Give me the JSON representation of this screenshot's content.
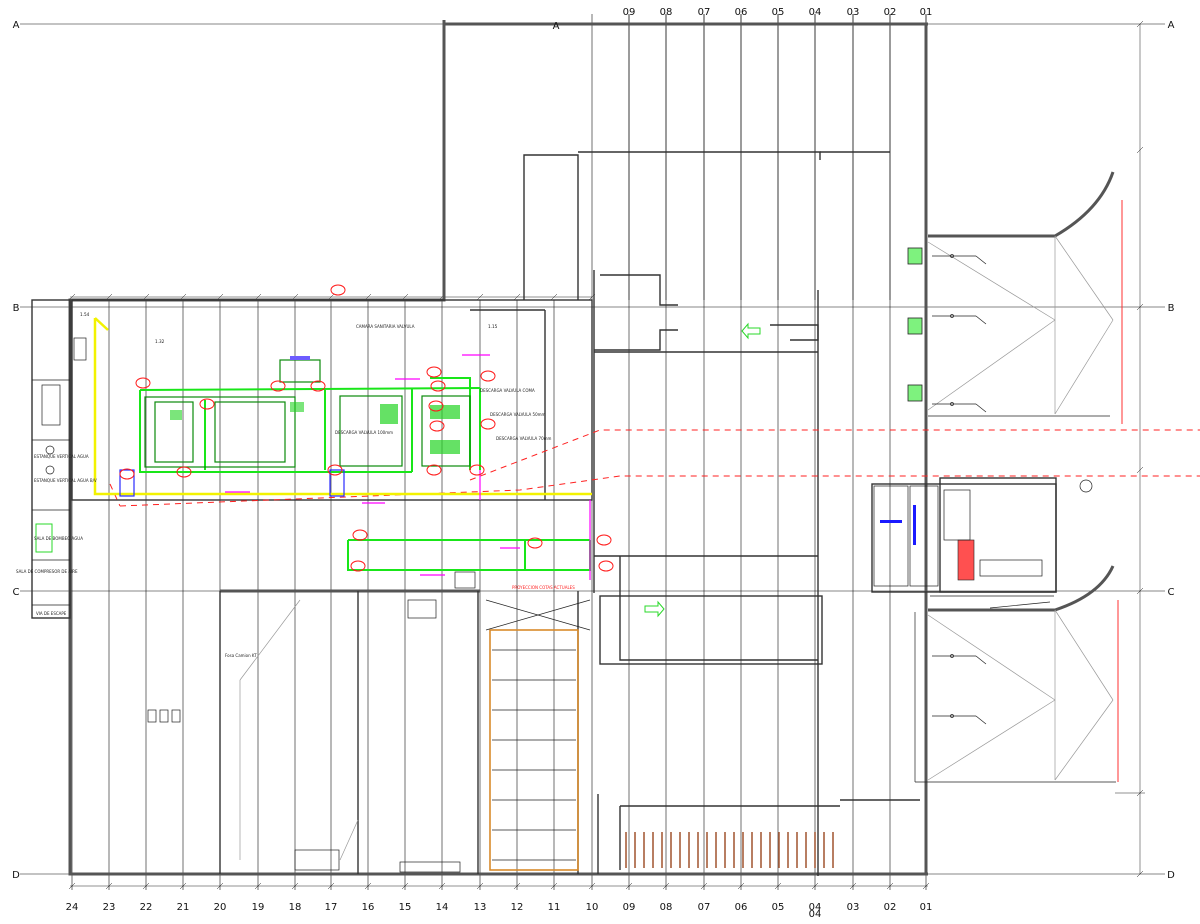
{
  "grid": {
    "columns_top": [
      "09",
      "08",
      "07",
      "06",
      "05",
      "04",
      "03",
      "02",
      "01"
    ],
    "columns_bottom": [
      "24",
      "23",
      "22",
      "21",
      "20",
      "19",
      "18",
      "17",
      "16",
      "15",
      "14",
      "13",
      "12",
      "11",
      "10",
      "09",
      "08",
      "07",
      "06",
      "05",
      "04",
      "03",
      "02",
      "01"
    ],
    "extra_bottom_label": "04",
    "rows": [
      "A",
      "B",
      "C",
      "D"
    ]
  },
  "annotations": {
    "tank_left": "1.54",
    "tank_mid": "1.32",
    "tank_right": "1.15",
    "valve_1": "DESCARGA VALVULA COMA",
    "valve_2": "DESCARGA VALVULA 50mm",
    "valve_3": "DESCARGA VALVULA 70mm",
    "valve_4": "DESCARGA VALVULA 100mm",
    "room_1": "ESTANQUE VERTICAL AGUA",
    "room_2": "ESTANQUE VERTICAL AGUA B/V",
    "room_3": "SALA DE BOMBEO AGUA",
    "room_4": "SALA DE COMPRESOR DE AIRE",
    "room_5": "VIA DE ESCAPE",
    "header_note": "CAMARA SANITARIA VALVULA",
    "pit_note": "Fosa Camion KT",
    "red_note": "PROYECCION COTAS ACTUALES"
  }
}
